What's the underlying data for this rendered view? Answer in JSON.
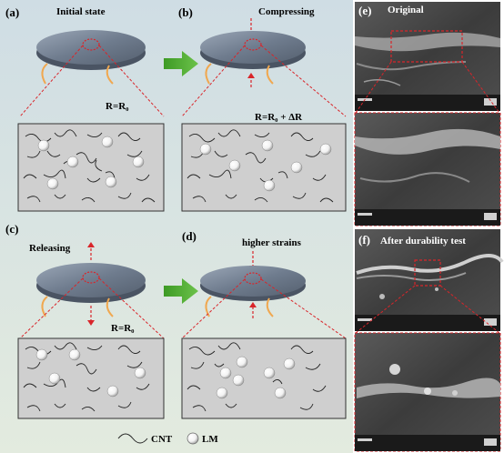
{
  "panels": {
    "a": {
      "label": "(a)",
      "title": "Initial state",
      "resistance": "R=R₀"
    },
    "b": {
      "label": "(b)",
      "title": "Compressing",
      "resistance": "R=R₀ + ΔR"
    },
    "c": {
      "label": "(c)",
      "title": "Releasing",
      "resistance": "R=R₀"
    },
    "d": {
      "label": "(d)",
      "title": "higher strains"
    },
    "e": {
      "label": "(e)",
      "title": "Original"
    },
    "f": {
      "label": "(f)",
      "title": "After durability test"
    }
  },
  "legend": {
    "cnt": "CNT",
    "lm": "LM"
  },
  "colors": {
    "panel_bg_top": "#cfdde4",
    "panel_bg_bottom": "#dfe8dc",
    "disk_top": "#7e8c9c",
    "disk_edge": "#4a5463",
    "dashed_red": "#d9252a",
    "arrow_green": "#4aa82c",
    "inset_fill": "#cfcfcf",
    "sem_dark": "#3a3a3a"
  }
}
